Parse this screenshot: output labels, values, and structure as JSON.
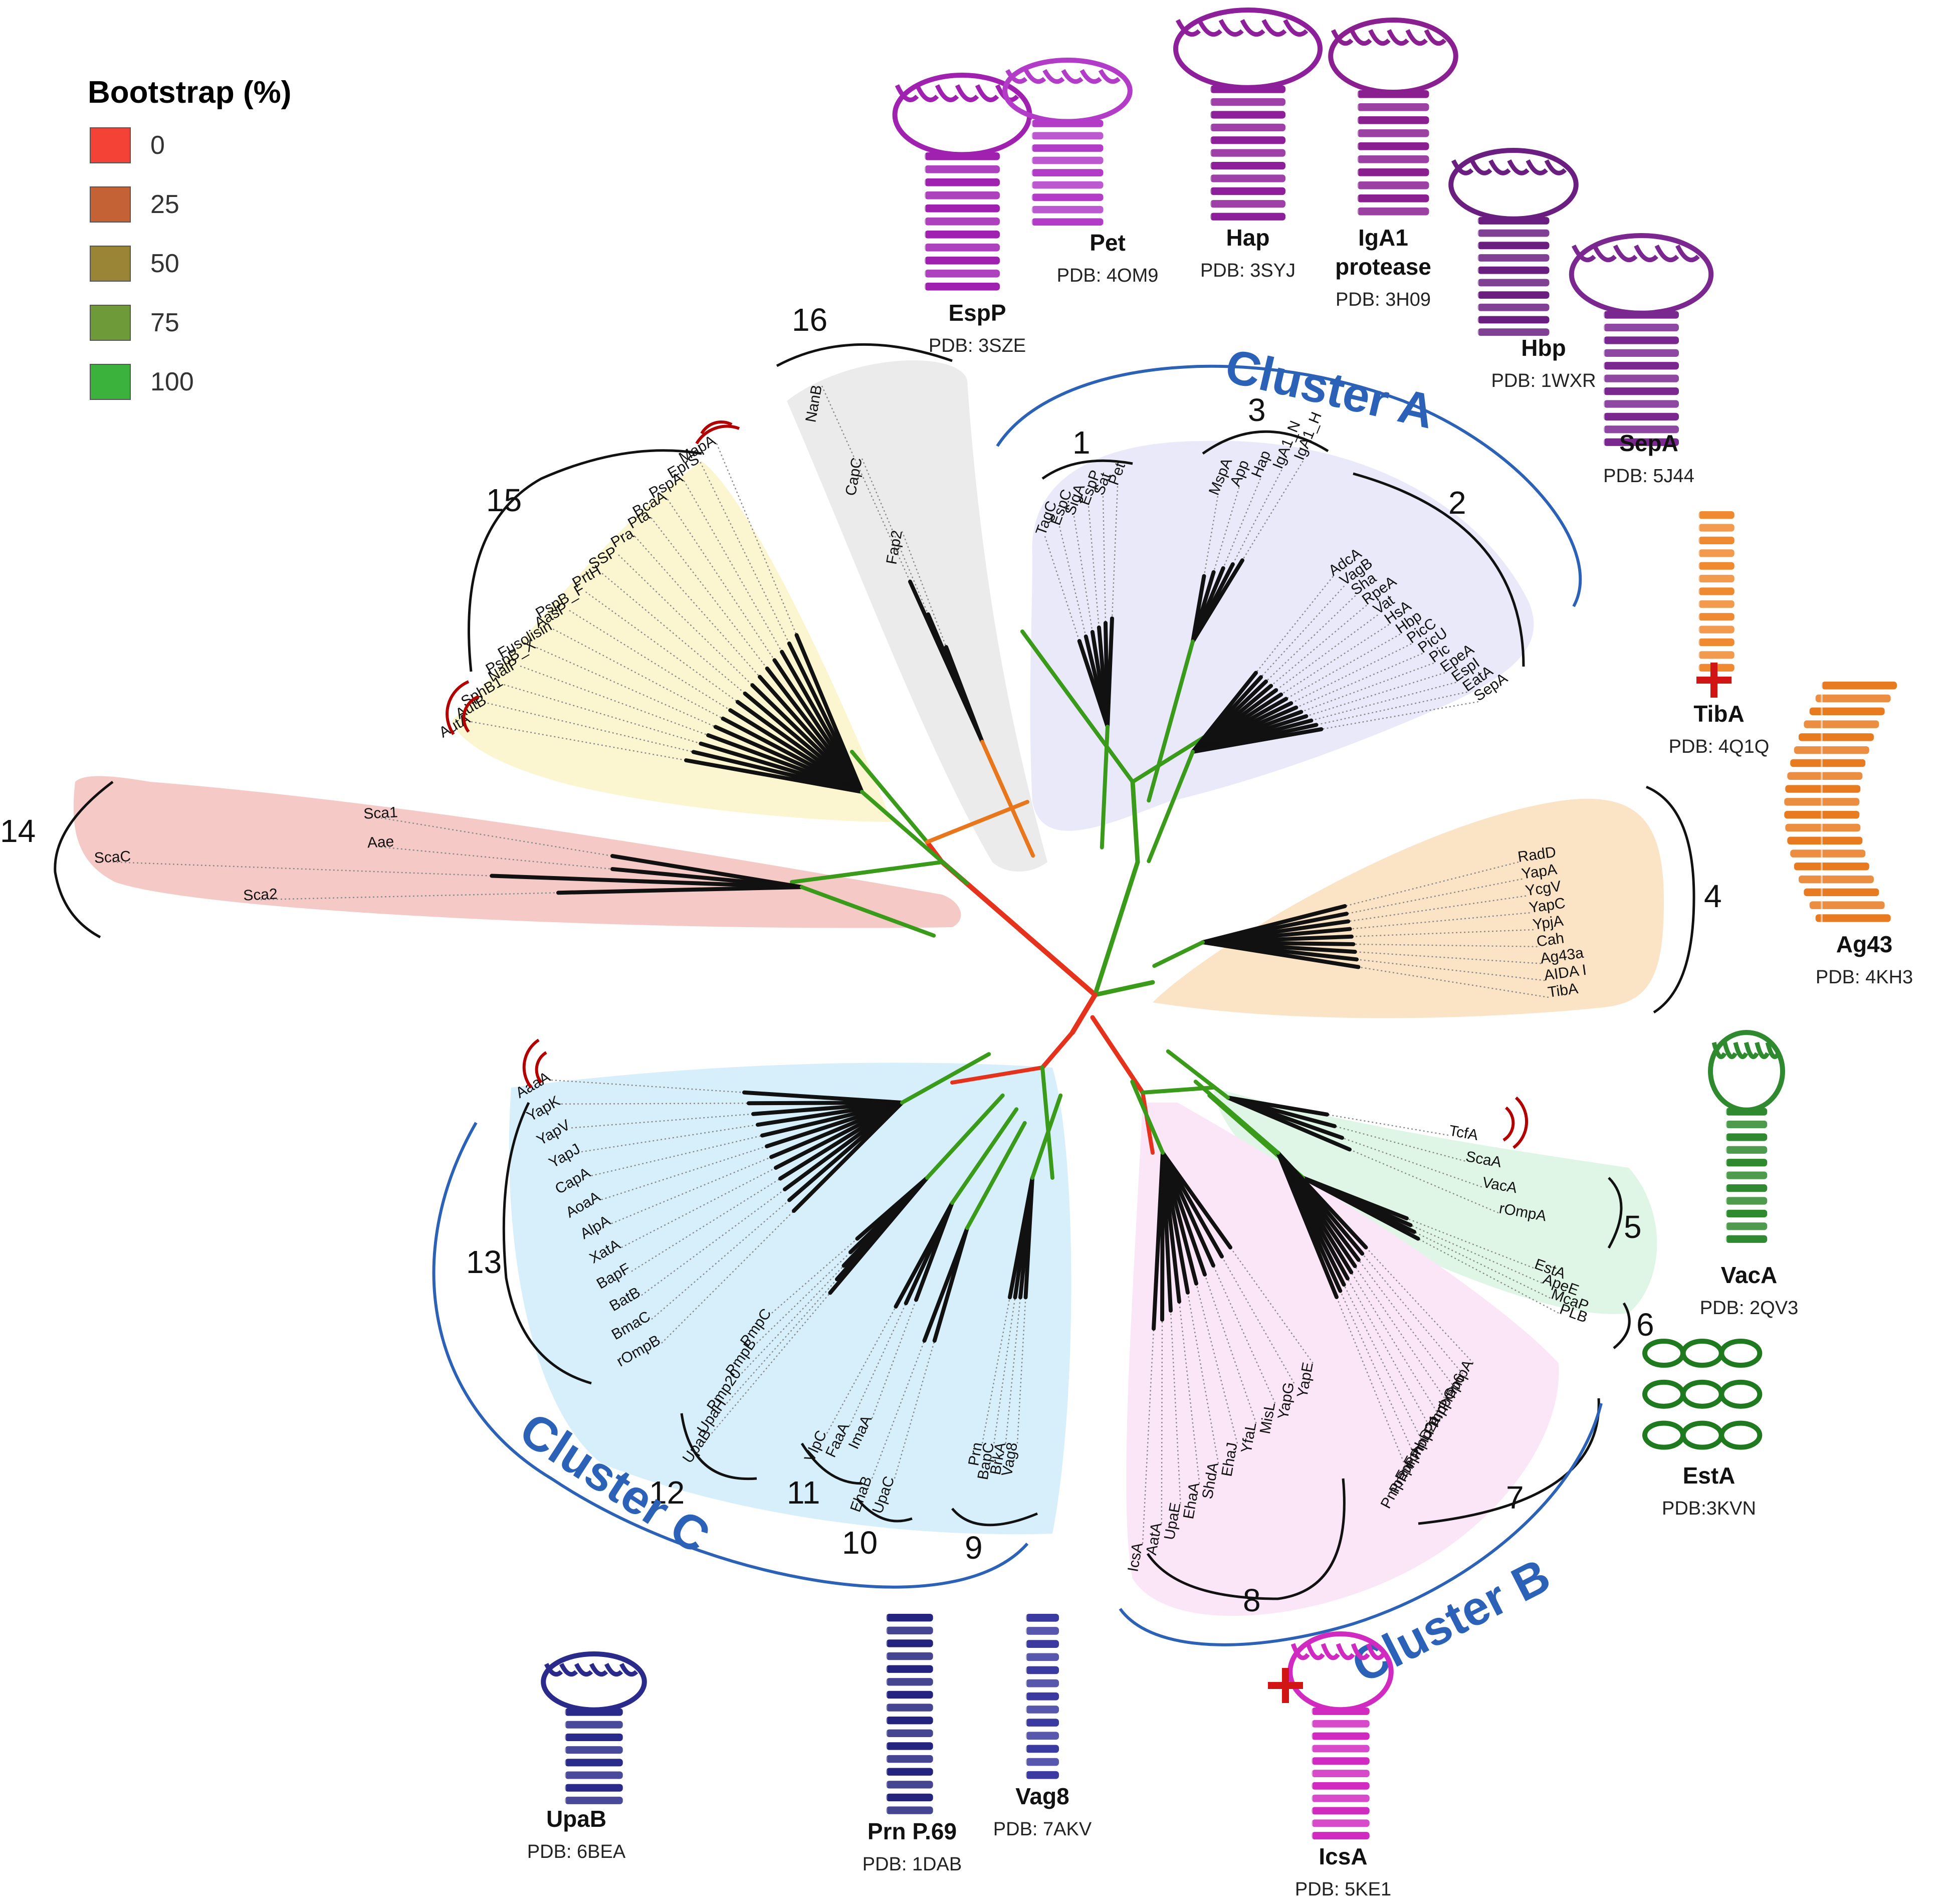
{
  "legend": {
    "title": "Bootstrap (%)",
    "items": [
      {
        "label": "0",
        "color": "#f44336"
      },
      {
        "label": "25",
        "color": "#c46236"
      },
      {
        "label": "50",
        "color": "#9a8536"
      },
      {
        "label": "75",
        "color": "#6e9a3a"
      },
      {
        "label": "100",
        "color": "#3bb23b"
      }
    ]
  },
  "branch_colors": {
    "low": "#e5321c",
    "mid": "#e8761c",
    "high": "#3a9a1a"
  },
  "clusters": [
    {
      "id": "A",
      "label": "Cluster A"
    },
    {
      "id": "B",
      "label": "Cluster B"
    },
    {
      "id": "C",
      "label": "Cluster C"
    }
  ],
  "clades": [
    {
      "num": "1",
      "leaves": [
        "TagC",
        "EspC",
        "SigA",
        "EspP",
        "Sat",
        "Pet"
      ]
    },
    {
      "num": "2",
      "leaves": [
        "AdcA",
        "VagB",
        "Sha",
        "RpeA",
        "Vat",
        "HsA",
        "Hbp",
        "PicC",
        "PicU",
        "Pic",
        "EpeA",
        "EspI",
        "EatA",
        "SepA"
      ]
    },
    {
      "num": "3",
      "leaves": [
        "MspA",
        "App",
        "Hap",
        "IgA1_N",
        "IgA1_H"
      ]
    },
    {
      "num": "4",
      "leaves": [
        "RadD",
        "YapA",
        "YcgV",
        "YapC",
        "YpjA",
        "Cah",
        "Ag43a",
        "AIDA I",
        "TibA"
      ]
    },
    {
      "num": "5",
      "leaves": [
        "TcfA",
        "ScaA",
        "VacA",
        "rOmpA"
      ]
    },
    {
      "num": "6",
      "leaves": [
        "EstA",
        "ApeE",
        "McaP",
        "PLB"
      ]
    },
    {
      "num": "7",
      "leaves": [
        "PmpA",
        "Pmp6",
        "PmpG",
        "PmpI",
        "Pmp21",
        "PmpD",
        "PmpH",
        "PmpF",
        "PmpE"
      ]
    },
    {
      "num": "8",
      "leaves": [
        "IcsA",
        "AatA",
        "UpaE",
        "EhaA",
        "ShdA",
        "EhaJ",
        "YfaL",
        "MisL",
        "YapG",
        "YapE"
      ]
    },
    {
      "num": "9",
      "leaves": [
        "Prn",
        "BapC",
        "BrkA",
        "Vag8"
      ]
    },
    {
      "num": "10",
      "leaves": [
        "EhaB",
        "UpaC"
      ]
    },
    {
      "num": "11",
      "leaves": [
        "VlpC",
        "FaaA",
        "ImaA"
      ]
    },
    {
      "num": "12",
      "leaves": [
        "UpaB",
        "UpaH",
        "Pmp20",
        "PmpB",
        "PmpC"
      ]
    },
    {
      "num": "13",
      "leaves": [
        "AaaA",
        "YapK",
        "YapV",
        "YapJ",
        "CapA",
        "AoaA",
        "AlpA",
        "XatA",
        "BapF",
        "BatB",
        "BmaC",
        "rOmpB"
      ]
    },
    {
      "num": "14",
      "leaves": [
        "ScaC",
        "Sca1",
        "Aae",
        "Sca2"
      ]
    },
    {
      "num": "15",
      "leaves": [
        "MapA",
        "EprS",
        "PspA",
        "BcaA",
        "Pta",
        "Pra",
        "SSP",
        "PrtH",
        "PspB_F",
        "AasP",
        "Fusolisin",
        "PspB_X",
        "NalP",
        "SphB1",
        "AutB",
        "AutA"
      ]
    },
    {
      "num": "16",
      "leaves": [
        "NanB",
        "CapC",
        "Fap2"
      ]
    }
  ],
  "structures": [
    {
      "name": "EspP",
      "pdb": "PDB: 3SZE",
      "color": "#a020b0"
    },
    {
      "name": "Pet",
      "pdb": "PDB: 4OM9",
      "color": "#b23cc8"
    },
    {
      "name": "Hap",
      "pdb": "PDB: 3SYJ",
      "color": "#8e1f9a"
    },
    {
      "name": "IgA1",
      "name2": "protease",
      "pdb": "PDB: 3H09",
      "color": "#8a2090"
    },
    {
      "name": "Hbp",
      "pdb": "PDB: 1WXR",
      "color": "#6a1e80"
    },
    {
      "name": "SepA",
      "pdb": "PDB: 5J44",
      "color": "#7a2890"
    },
    {
      "name": "TibA",
      "pdb": "PDB: 4Q1Q",
      "color": "#f08a30"
    },
    {
      "name": "Ag43",
      "pdb": "PDB: 4KH3",
      "color": "#e87a20"
    },
    {
      "name": "VacA",
      "pdb": "PDB: 2QV3",
      "color": "#2f8a2f"
    },
    {
      "name": "EstA",
      "pdb": "PDB:3KVN",
      "color": "#1f7a1f"
    },
    {
      "name": "IcsA",
      "pdb": "PDB: 5KE1",
      "color": "#d02ac0"
    },
    {
      "name": "Vag8",
      "pdb": "PDB: 7AKV",
      "color": "#3a3aa0"
    },
    {
      "name": "Prn P.69",
      "pdb": "PDB: 1DAB",
      "color": "#24247e"
    },
    {
      "name": "UpaB",
      "pdb": "PDB: 6BEA",
      "color": "#2a2a8a"
    }
  ]
}
